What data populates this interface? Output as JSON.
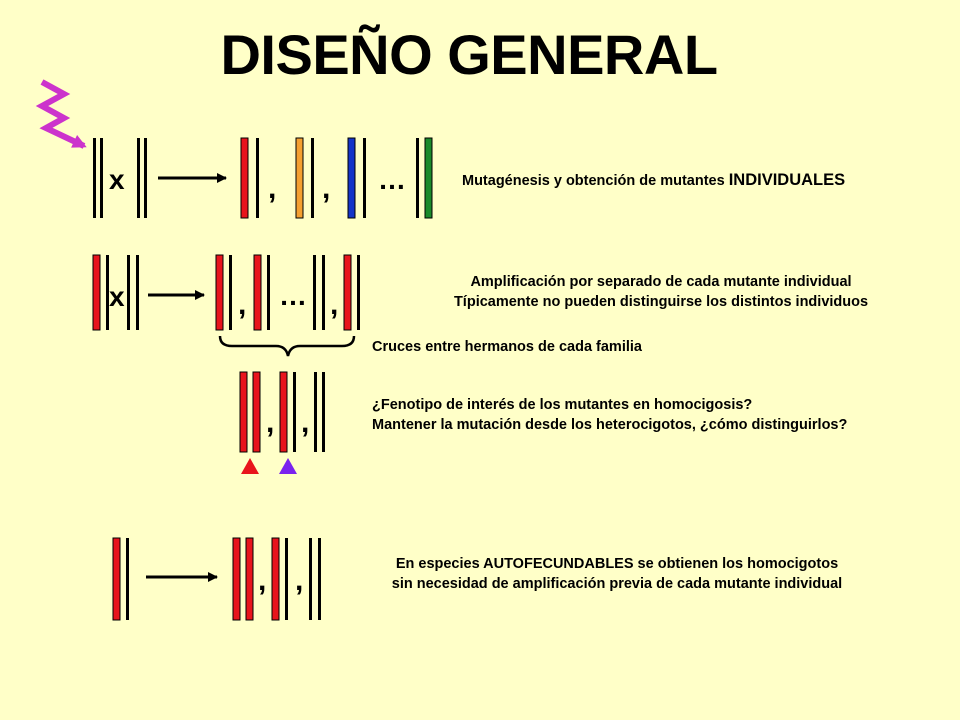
{
  "title": "DISEÑO GENERAL",
  "colors": {
    "background": "#ffffc8",
    "red": "#e8141c",
    "orange": "#f5a030",
    "blue": "#1434c8",
    "green": "#1a8a2a",
    "magenta": "#cc33cc",
    "purple": "#7a22ee",
    "black": "#000000"
  },
  "icons": {
    "mutagen": "zigzag-arrow-icon",
    "reaction": "right-arrow-icon",
    "brace": "curly-brace-icon",
    "markers": [
      "red-triangle-icon",
      "purple-triangle-icon"
    ]
  },
  "symbols": {
    "cross": "x",
    "comma": ",",
    "ellipsis": "…"
  },
  "rows": [
    {
      "caption_prefix": "Mutagénesis y obtención de mutantes ",
      "caption_emphasis": "INDIVIDUALES"
    },
    {
      "caption_lines": [
        "Amplificación por separado de cada mutante individual",
        "Típicamente no pueden distinguirse los distintos individuos"
      ],
      "brace_caption": "Cruces entre hermanos de cada familia"
    },
    {
      "caption_lines": [
        "¿Fenotipo de interés de los mutantes en homocigosis?",
        "Mantener la mutación desde los heterocigotos, ¿cómo distinguirlos?"
      ]
    },
    {
      "caption_lines": [
        "En especies AUTOFECUNDABLES se obtienen los homocigotos",
        "sin necesidad de amplificación previa de cada mutante individual"
      ]
    }
  ]
}
